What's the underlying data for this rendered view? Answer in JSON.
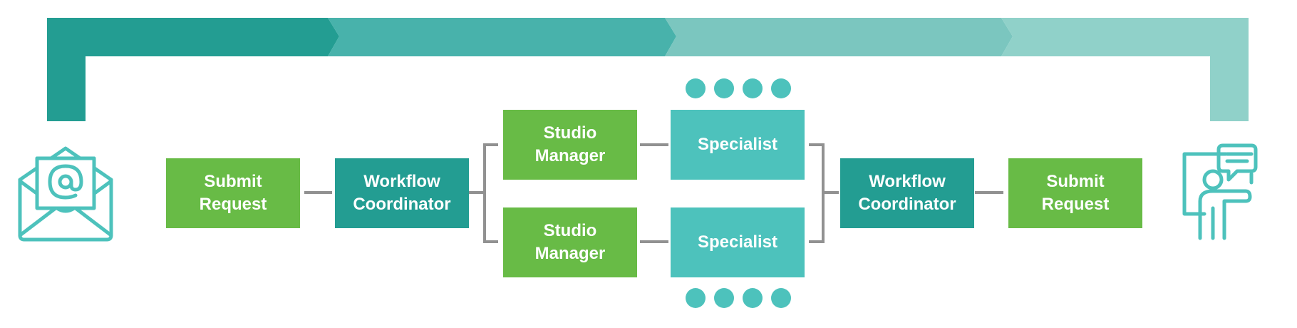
{
  "colors": {
    "green": "#68bb46",
    "teal_dark": "#239d92",
    "teal_mid": "#48b2ab",
    "teal_light": "#7bc6bf",
    "teal_pale": "#90d1c9",
    "aqua": "#4dc2bc",
    "connector": "#919191"
  },
  "icons": {
    "start": "email-envelope-at-icon",
    "end": "presenter-chat-icon"
  },
  "nodes": {
    "submit_left": "Submit\nRequest",
    "coordinator_left": "Workflow\nCoordinator",
    "studio_top": "Studio\nManager",
    "studio_bottom": "Studio\nManager",
    "specialist_top": "Specialist",
    "specialist_bottom": "Specialist",
    "coordinator_right": "Workflow\nCoordinator",
    "submit_right": "Submit\nRequest"
  }
}
